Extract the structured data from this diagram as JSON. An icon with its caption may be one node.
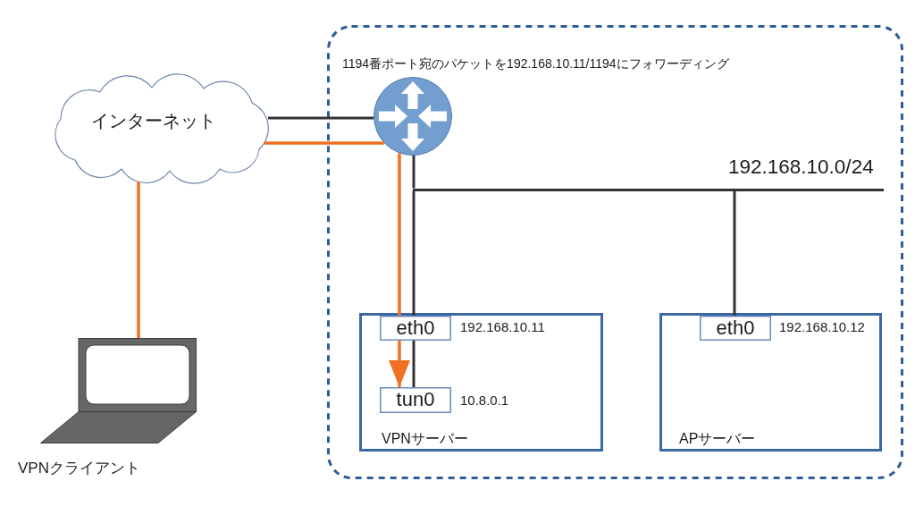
{
  "diagram": {
    "nodes": [
      {
        "text": [],
        "shape": "box"
      },
      {
        "text": [],
        "shape": "picture",
        "in": 0,
        "beside": [
          "1194番ポート宛のパケットを192.168.10.11/1194にフォワーディング"
        ]
      },
      {
        "text": [
          "インターネット"
        ]
      },
      {
        "text": [],
        "shape": "bar",
        "in": 0,
        "beside": [
          "192.168.10.0/24"
        ]
      },
      {
        "text": [
          "VPNサーバー"
        ],
        "in": 0
      },
      {
        "text": [
          "eth0"
        ],
        "in": 4,
        "beside": [
          "192.168.10.11"
        ]
      },
      {
        "text": [
          "tun0"
        ],
        "in": 4,
        "beside": [
          "10.8.0.1"
        ]
      },
      {
        "text": [
          "APサーバー"
        ],
        "in": 0
      },
      {
        "text": [
          "eth0"
        ],
        "in": 7,
        "beside": [
          "192.168.10.12"
        ]
      },
      {
        "text": [],
        "shape": "picture",
        "beside": [
          "VPNクライアント"
        ]
      }
    ],
    "edges": [
      {
        "from": 2,
        "to": 1,
        "arrow": "none"
      },
      {
        "from": 1,
        "to": 3,
        "arrow": "none"
      },
      {
        "from": 3,
        "to": 5,
        "arrow": "none"
      },
      {
        "from": 5,
        "to": 6,
        "arrow": "none"
      },
      {
        "from": 3,
        "to": 8,
        "arrow": "none"
      },
      {
        "from": 9,
        "to": 2,
        "arrow": "none",
        "color": "#f07022"
      },
      {
        "from": 2,
        "to": 1,
        "arrow": "none",
        "color": "#f07022"
      },
      {
        "from": 1,
        "to": 5,
        "arrow": "none",
        "color": "#f07022"
      },
      {
        "from": 5,
        "to": 6,
        "arrow": "to",
        "color": "#f07022"
      }
    ]
  }
}
